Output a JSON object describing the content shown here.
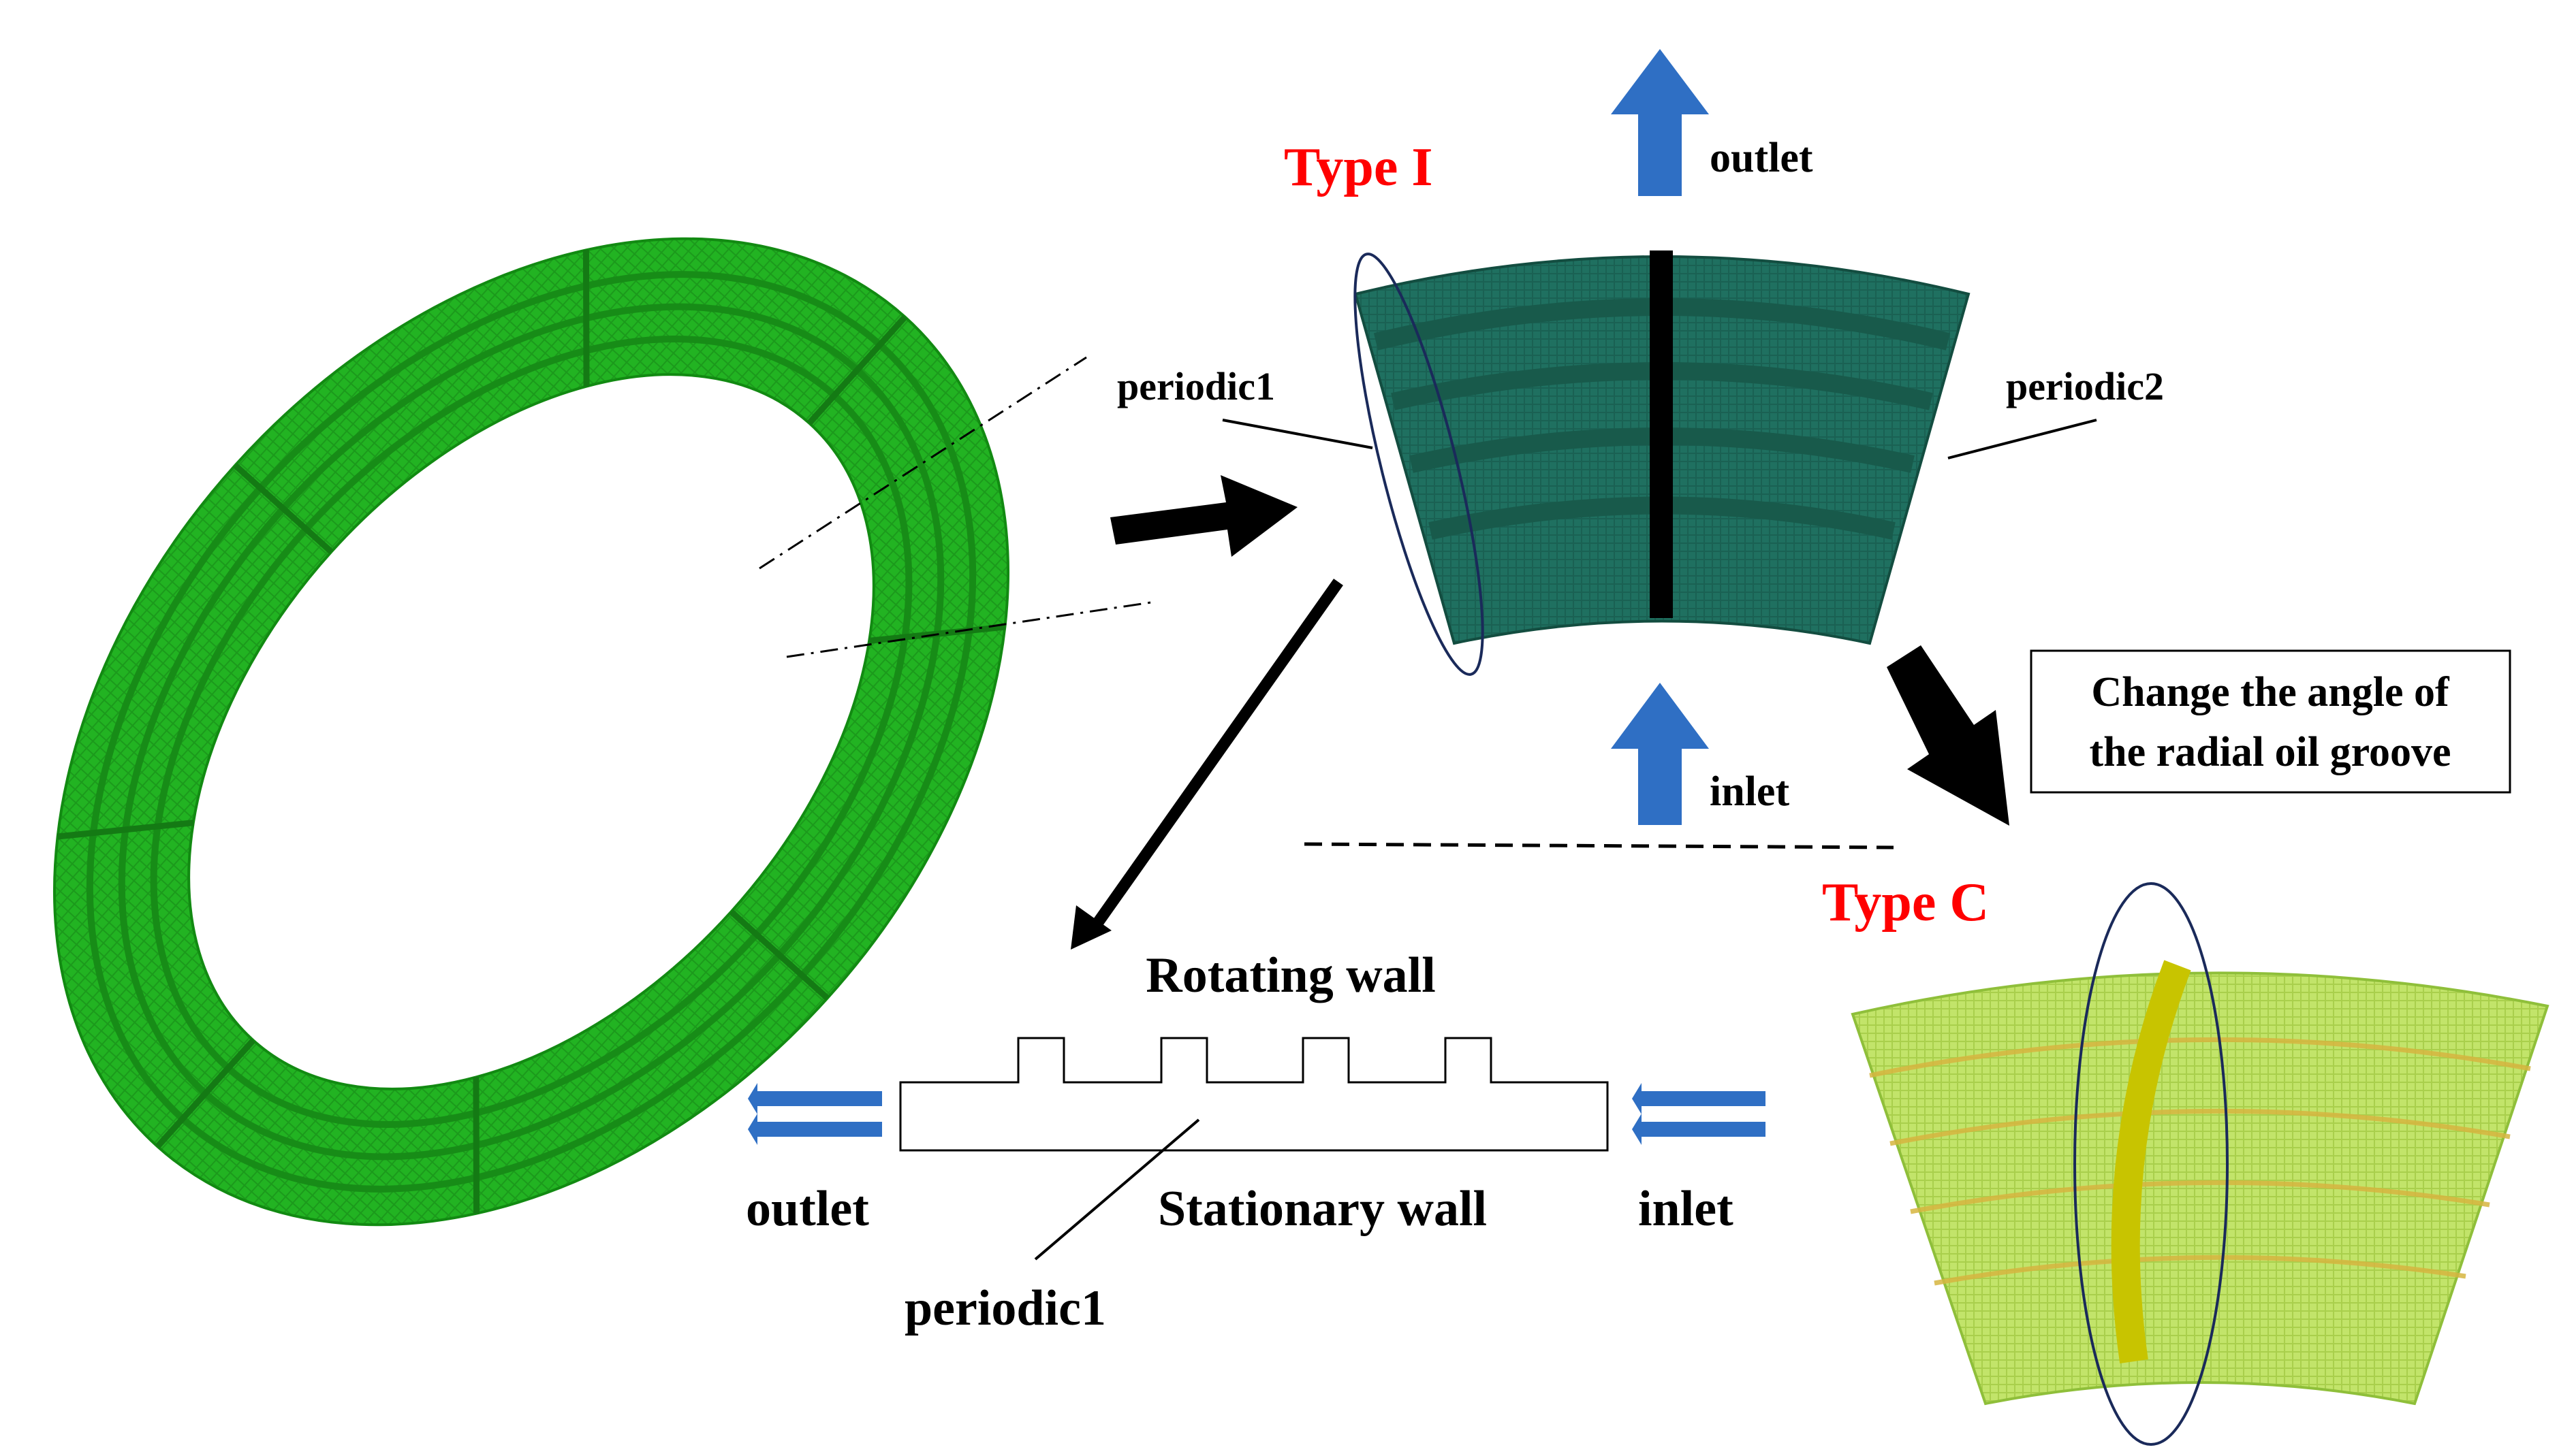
{
  "labels": {
    "type_i": "Type I",
    "type_c": "Type C",
    "outlet_top": "outlet",
    "inlet_top": "inlet",
    "periodic1_top": "periodic1",
    "periodic2": "periodic2",
    "callout_line1": "Change the angle of",
    "callout_line2": "the radial oil groove",
    "rotating_wall": "Rotating wall",
    "stationary_wall": "Stationary wall",
    "outlet_bottom": "outlet",
    "inlet_bottom": "inlet",
    "periodic1_bottom": "periodic1"
  },
  "colors": {
    "ring_green": "#1fae1f",
    "ring_dark": "#178c17",
    "sector_teal": "#1f6f5c",
    "sector_band": "#185a4b",
    "typec_light": "#b7dc5e",
    "typec_groove": "#c8c400",
    "flow_arrow_blue": "#2f6fc4",
    "label_red": "#ff0000",
    "ellipse_navy": "#1a2a5a"
  }
}
